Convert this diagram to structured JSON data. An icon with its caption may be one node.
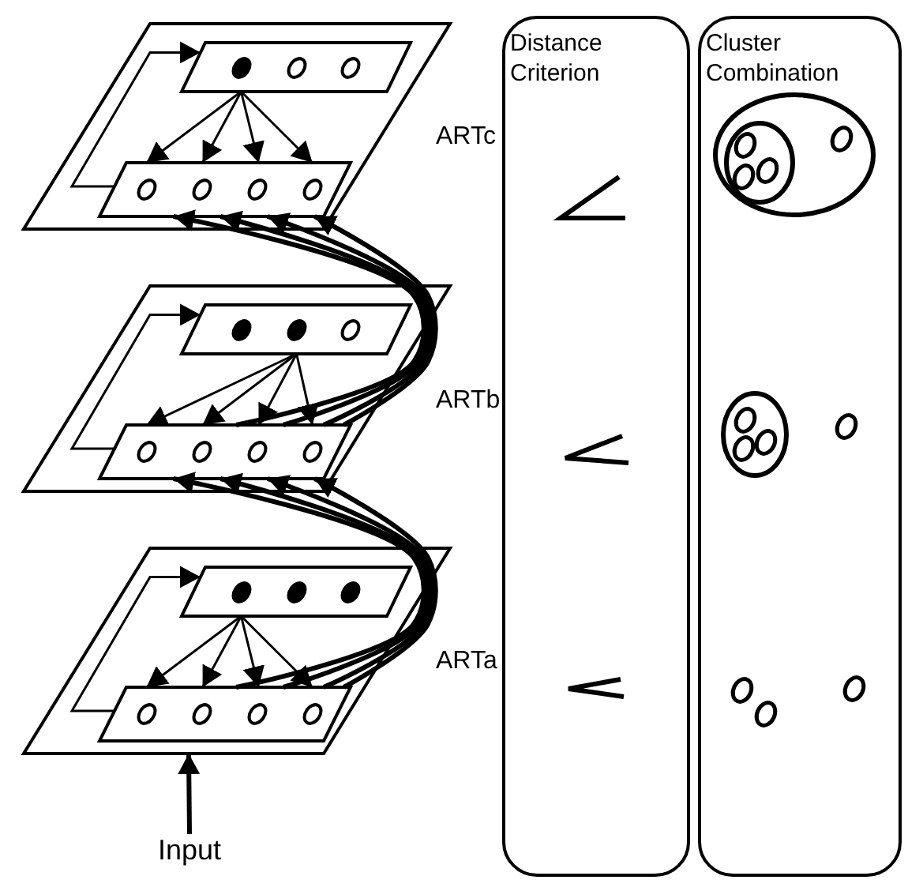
{
  "diagram": {
    "nodes": [
      {
        "text": [],
        "shape": "parallelogram",
        "beside": [
          "ARTc"
        ]
      },
      {
        "text": [],
        "shape": "parallelogram",
        "in": 0
      },
      {
        "text": [],
        "shape": "parallelogram",
        "in": 0
      },
      {
        "text": [],
        "shape": "parallelogram",
        "beside": [
          "ARTb"
        ]
      },
      {
        "text": [],
        "shape": "parallelogram",
        "in": 3
      },
      {
        "text": [],
        "shape": "parallelogram",
        "in": 3
      },
      {
        "text": [],
        "shape": "parallelogram",
        "beside": [
          "ARTa"
        ]
      },
      {
        "text": [],
        "shape": "parallelogram",
        "in": 6
      },
      {
        "text": [],
        "shape": "parallelogram",
        "in": 6
      },
      {
        "text": [
          "Input"
        ]
      },
      {
        "text": [
          "Distance Criterion"
        ]
      },
      {
        "text": [
          "Cluster Combination"
        ]
      }
    ],
    "edges": [
      {
        "from": 1,
        "to": 2,
        "arrow": "to"
      },
      {
        "from": 1,
        "to": 2,
        "arrow": "to"
      },
      {
        "from": 1,
        "to": 2,
        "arrow": "to"
      },
      {
        "from": 1,
        "to": 2,
        "arrow": "to"
      },
      {
        "from": 2,
        "to": 1,
        "arrow": "to"
      },
      {
        "from": 4,
        "to": 5,
        "arrow": "to"
      },
      {
        "from": 4,
        "to": 5,
        "arrow": "to"
      },
      {
        "from": 4,
        "to": 5,
        "arrow": "to"
      },
      {
        "from": 4,
        "to": 5,
        "arrow": "to"
      },
      {
        "from": 5,
        "to": 4,
        "arrow": "to"
      },
      {
        "from": 7,
        "to": 8,
        "arrow": "to"
      },
      {
        "from": 7,
        "to": 8,
        "arrow": "to"
      },
      {
        "from": 7,
        "to": 8,
        "arrow": "to"
      },
      {
        "from": 7,
        "to": 8,
        "arrow": "to"
      },
      {
        "from": 8,
        "to": 7,
        "arrow": "to"
      },
      {
        "from": 5,
        "to": 2,
        "arrow": "to",
        "style": "thick"
      },
      {
        "from": 5,
        "to": 2,
        "arrow": "to",
        "style": "thick"
      },
      {
        "from": 5,
        "to": 2,
        "arrow": "to",
        "style": "thick"
      },
      {
        "from": 5,
        "to": 2,
        "arrow": "to",
        "style": "thick"
      },
      {
        "from": 8,
        "to": 5,
        "arrow": "to",
        "style": "thick"
      },
      {
        "from": 8,
        "to": 5,
        "arrow": "to",
        "style": "thick"
      },
      {
        "from": 8,
        "to": 5,
        "arrow": "to",
        "style": "thick"
      },
      {
        "from": 8,
        "to": 5,
        "arrow": "to",
        "style": "thick"
      },
      {
        "from": 9,
        "to": 6,
        "arrow": "to",
        "style": "thick"
      }
    ]
  }
}
